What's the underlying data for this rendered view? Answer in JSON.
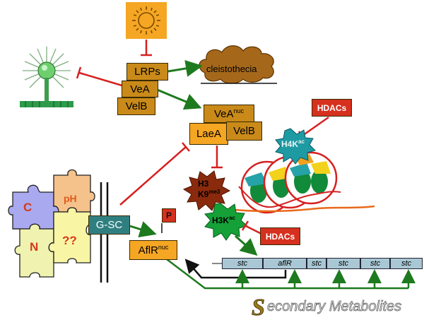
{
  "nodes": {
    "lrps": "LRPs",
    "vea": "VeA",
    "velb": "VelB",
    "cleistothecia": "cleistothecia",
    "vea_nuc_base": "VeA",
    "vea_nuc_sup": "nuc",
    "laea": "LaeA",
    "velb2": "VelB",
    "hdacs_top": "HDACs",
    "h4k_base": "H4K",
    "h4k_sup": "ac",
    "h3_line1": "H3",
    "h3_line2_base": "K9",
    "h3_line2_sup": "me3",
    "h3k_base": "H3K",
    "h3k_sup": "ac",
    "hdacs_bottom": "HDACs",
    "gsc": "G-SC",
    "p": "P",
    "aflr_nuc_base": "AflR",
    "aflr_nuc_sup": "nuc",
    "puzzle_c": "C",
    "puzzle_ph": "pH",
    "puzzle_n": "N",
    "puzzle_q": "??",
    "secondary_metabolites": "Secondary Metabolites"
  },
  "gene_cluster": [
    "stc",
    "aflR",
    "stc",
    "stc",
    "stc",
    "stc"
  ],
  "colors": {
    "inhibit": "#d62020",
    "activate": "#1e7a1e",
    "brown_box": "#c98a1a",
    "orange_box": "#f5a623",
    "hdac": "#d6301f",
    "gsc": "#2f7f80",
    "gene_box": "#a9c7d4"
  },
  "icons": [
    "sun-icon",
    "conidiophore-icon",
    "nucleosome-icon",
    "puzzle-icon"
  ]
}
